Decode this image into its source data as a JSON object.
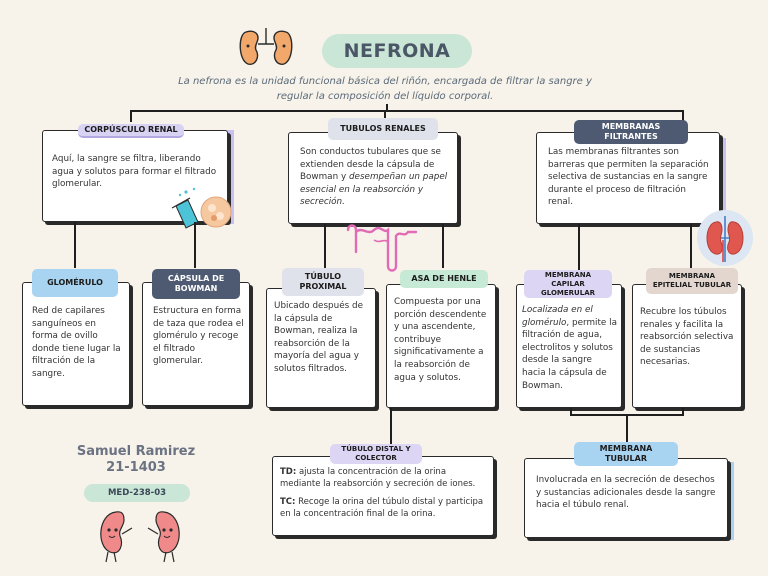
{
  "header": {
    "title": "NEFRONA",
    "subtitle_line1": "La nefrona es la unidad funcional básica del riñón, encargada de filtrar la sangre y",
    "subtitle_line2": "regular la composición del líquido corporal."
  },
  "sections": {
    "corpusculo": {
      "label": "CORPÚSCULO RENAL",
      "text": "Aquí, la sangre se filtra, liberando agua y solutos para formar el filtrado glomerular."
    },
    "tubulos": {
      "label": "TUBULOS RENALES",
      "text_plain": "Son conductos tubulares que se extienden desde la cápsula de Bowman y ",
      "text_italic": "desempeñan un papel esencial en la reabsorción y secreción."
    },
    "membranas": {
      "label": "MEMBRANAS FILTRANTES",
      "text": "Las membranas filtrantes son barreras que permiten la separación selectiva de sustancias en la sangre durante el proceso de filtración renal."
    },
    "glomerulo": {
      "label": "GLOMÉRULO",
      "text": "Red de capilares sanguíneos en forma de ovillo donde tiene lugar la filtración de la sangre."
    },
    "capsula": {
      "label": "CÁPSULA DE BOWMAN",
      "text": "Estructura en forma de taza que rodea el glomérulo y recoge el filtrado glomerular."
    },
    "tubulo_proximal": {
      "label": "TÚBULO PROXIMAL",
      "text": "Ubicado después de la cápsula de Bowman, realiza la reabsorción de la mayoría del agua y solutos filtrados."
    },
    "asa_henle": {
      "label": "ASA DE HENLE",
      "text": "Compuesta por una porción descendente y una ascendente, contribuye significativamente a la reabsorción de agua y solutos."
    },
    "membrana_capilar": {
      "label": "MEMBRANA CAPILAR GLOMERULAR",
      "text_italic": "Localizada en el glomérulo",
      "text_plain": ", permite la filtración de agua, electrolitos y solutos desde la sangre hacia la cápsula de Bowman."
    },
    "membrana_epitelial": {
      "label": "MEMBRANA EPITELIAL TUBULAR",
      "text": "Recubre los túbulos renales y facilita la reabsorción selectiva de sustancias necesarias."
    },
    "tubulo_distal": {
      "label": "TÚBULO DISTAL Y COLECTOR",
      "td_key": "TD:",
      "td_text": " ajusta la concentración de la orina mediante la reabsorción y secreción de iones.",
      "tc_key": "TC:",
      "tc_text": " Recoge la orina del túbulo distal y participa en la concentración final de la orina."
    },
    "membrana_tubular": {
      "label": "MEMBRANA TUBULAR",
      "text": "Involucrada en la secreción de desechos y sustancias adicionales desde la sangre hacia el túbulo renal."
    }
  },
  "author": {
    "name": "Samuel Ramirez",
    "id": "21-1403",
    "course": "MED-238-03"
  },
  "icons": [
    "kidney-pair-icon",
    "lab-flask-icon",
    "kidney-anatomy-icon",
    "nephron-tubule-icon",
    "kidney-characters-icon"
  ],
  "colors": {
    "background": "#f7f3ea",
    "title_pill": "#c9e6d6",
    "accent_purple": "#c8c0ef",
    "accent_blue": "#a8d2f0",
    "label_slate": "#4e5a72"
  }
}
